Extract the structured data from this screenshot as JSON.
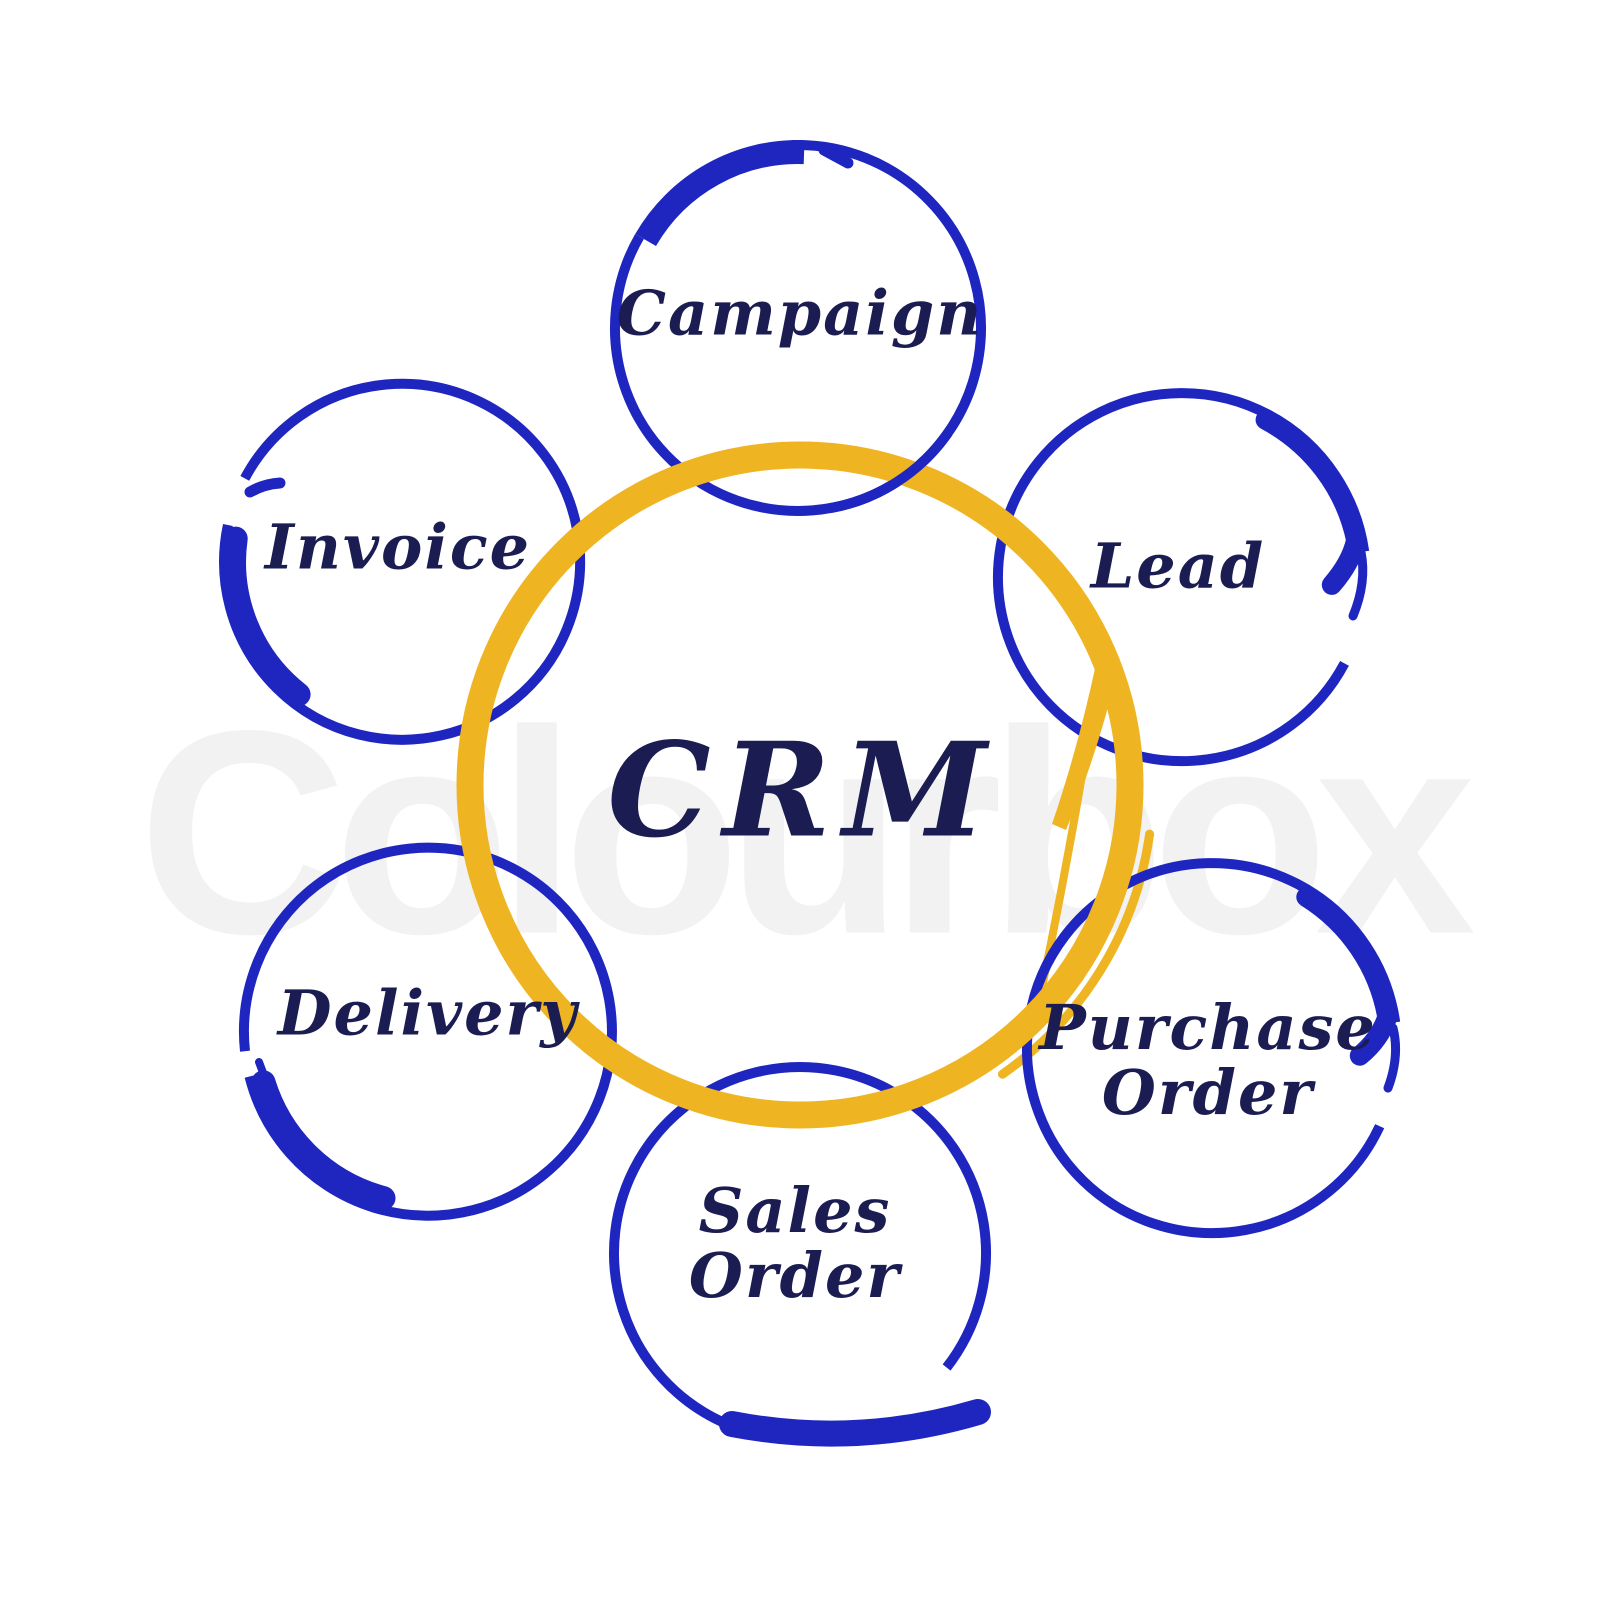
{
  "diagram": {
    "center": {
      "label": "CRM"
    },
    "nodes": [
      {
        "id": "campaign",
        "label": "Campaign"
      },
      {
        "id": "lead",
        "label": "Lead"
      },
      {
        "id": "purchase-order",
        "line1": "Purchase",
        "line2": "Order"
      },
      {
        "id": "sales-order",
        "line1": "Sales",
        "line2": "Order"
      },
      {
        "id": "delivery",
        "label": "Delivery"
      },
      {
        "id": "invoice",
        "label": "Invoice"
      }
    ],
    "watermark": "Colourbox"
  },
  "colors": {
    "circle-blue": "#1f26c0",
    "ring-gold": "#efb422",
    "text-navy": "#1b1c52",
    "watermark-gray": "#f2f2f2",
    "background": "#ffffff"
  }
}
